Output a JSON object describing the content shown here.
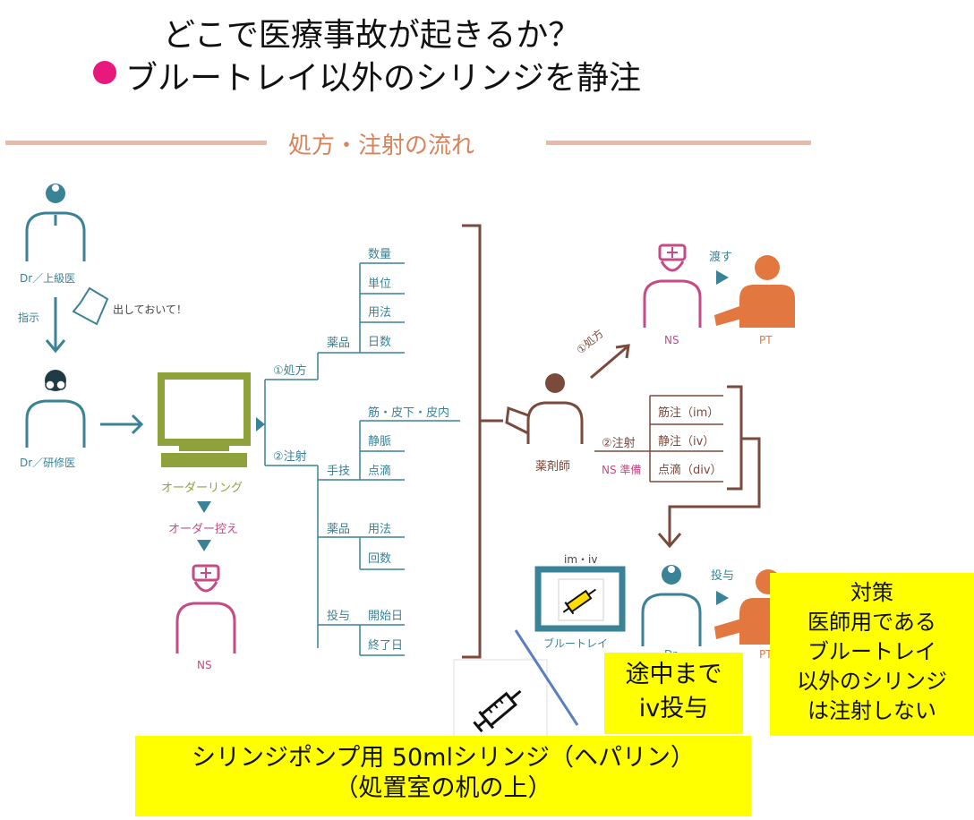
{
  "title_line1": "どこで医療事故が起きるか？",
  "title_line2": "ブルートレイ以外のシリンジを静注",
  "section_title": "処方・注射の流れ",
  "left": {
    "dr_senior": "Dr／上級医",
    "instruct": "指示",
    "note": "出しておいて！",
    "dr_resident": "Dr／研修医",
    "ordering": "オーダーリング",
    "order_copy": "オーダー控え",
    "ns": "NS"
  },
  "tree": {
    "prescription": "①処方",
    "injection": "②注射",
    "drug1": "薬品",
    "quantity": "数量",
    "unit": "単位",
    "usage": "用法",
    "days": "日数",
    "technique": "手技",
    "im_sc_ic": "筋・皮下・皮内",
    "iv": "静脈",
    "drip": "点滴",
    "drug2": "薬品",
    "usage2": "用法",
    "times": "回数",
    "admin": "投与",
    "start": "開始日",
    "end": "終了日"
  },
  "right": {
    "pharmacist": "薬剤師",
    "rx_arrow": "①処方",
    "hand_over": "渡す",
    "ns": "NS",
    "pt": "PT",
    "injection2": "②注射",
    "ns_prep": "NS 準備",
    "im_box": "筋注（im）",
    "iv_box": "静注（iv）",
    "div_box": "点滴（div）",
    "im_iv": "im・iv",
    "blue_tray": "ブルートレイ",
    "dr": "Dr",
    "admin2": "投与",
    "pt2": "PT"
  },
  "callouts": {
    "syringe_pump": "シリンジポンプ用 50mlシリンジ（ヘパリン）",
    "syringe_place": "（処置室の机の上）",
    "midway_1": "途中まで",
    "midway_2": "iv投与",
    "measure_1": "対策",
    "measure_2": "医師用である",
    "measure_3": "ブルートレイ",
    "measure_4": "以外のシリンジ",
    "measure_5": "は注射しない"
  },
  "colors": {
    "teal": "#3a8296",
    "olive": "#8fa13a",
    "brown": "#7a4a3c",
    "pink": "#c64a84",
    "orange": "#e2783f",
    "section_line": "#ecb8a2",
    "bullet": "#e8187c",
    "highlight": "#ffff00"
  }
}
